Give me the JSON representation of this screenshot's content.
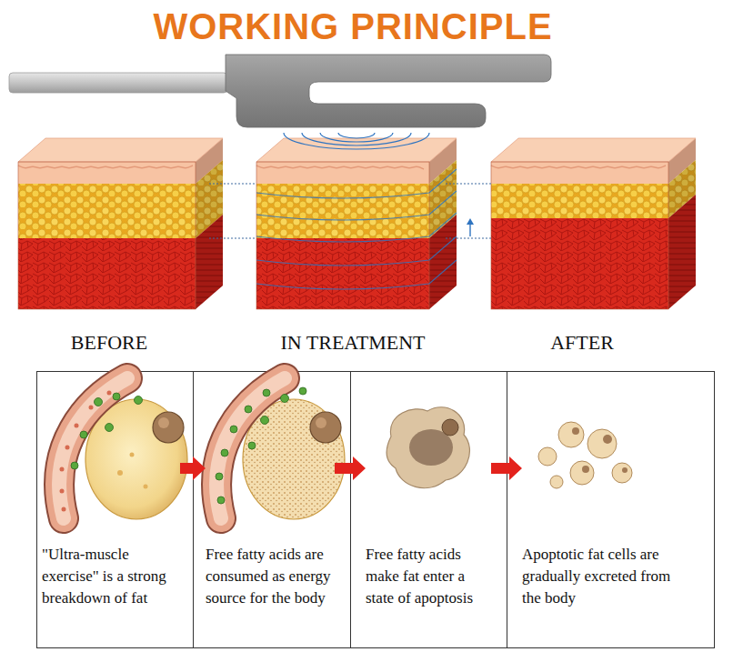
{
  "diagram": {
    "title": "WORKING PRINCIPLE",
    "nodes": [
      {
        "text": [
          "\"Ultra-muscle exercise\" is a strong breakdown of fat"
        ]
      },
      {
        "text": [
          "Free fatty acids are consumed as energy source for the body"
        ]
      },
      {
        "text": [
          "Free fatty acids make fat enter a state of apoptosis"
        ]
      },
      {
        "text": [
          "Apoptotic fat cells are gradually excreted from the body"
        ]
      }
    ],
    "edges": [
      {
        "from": 0,
        "to": 1,
        "arrow": "to"
      },
      {
        "from": 1,
        "to": 2,
        "arrow": "to"
      },
      {
        "from": 2,
        "to": 3,
        "arrow": "to"
      }
    ],
    "labels": [
      "BEFORE",
      "IN TREATMENT",
      "AFTER"
    ]
  }
}
